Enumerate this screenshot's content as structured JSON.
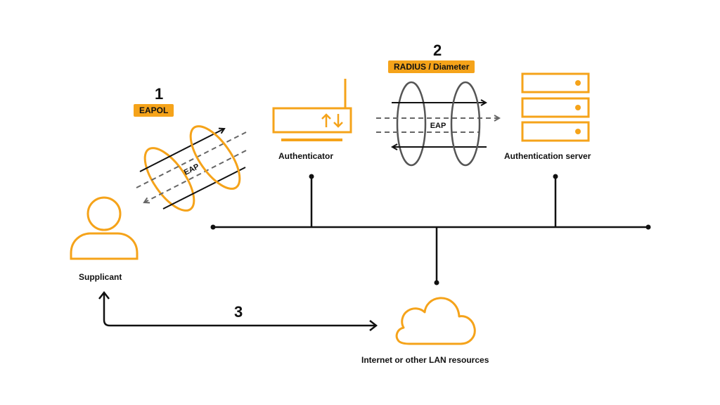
{
  "colors": {
    "accent": "#f5a31a",
    "line": "#111111",
    "dashed": "#666666",
    "ring_gray": "#555555"
  },
  "nodes": {
    "supplicant": "Supplicant",
    "authenticator": "Authenticator",
    "auth_server": "Authentication server",
    "internet": "Internet or other LAN resources"
  },
  "steps": {
    "one": {
      "number": "1",
      "protocol": "EAPOL",
      "tunnel": "EAP"
    },
    "two": {
      "number": "2",
      "protocol": "RADIUS / Diameter",
      "tunnel": "EAP"
    },
    "three": {
      "number": "3"
    }
  },
  "icons": {
    "supplicant": "person-icon",
    "authenticator": "router-icon",
    "auth_server": "server-icon",
    "internet": "cloud-icon"
  }
}
